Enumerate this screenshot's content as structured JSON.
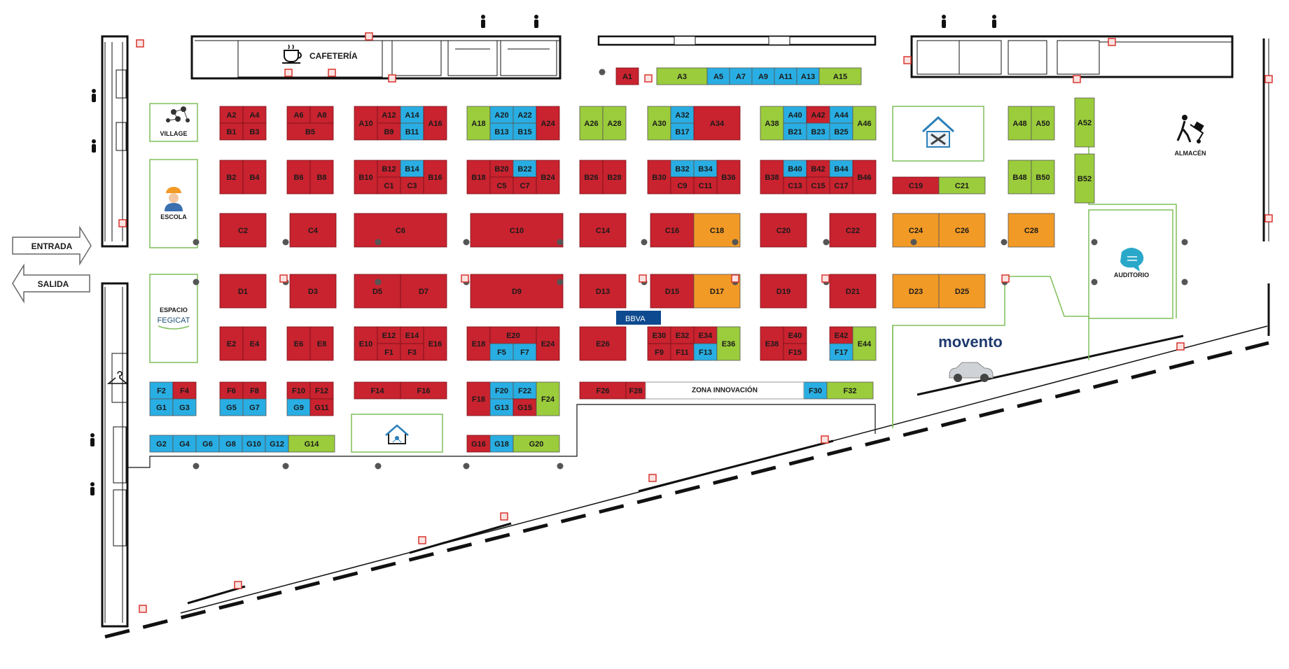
{
  "colors": {
    "red": "#c8232f",
    "blue": "#29aee3",
    "green": "#9bcc3c",
    "orange": "#f29a26",
    "bbva": "#0d4a8f",
    "exit_marker": "#d9352f",
    "column": "#555555"
  },
  "legend_areas": {
    "cafeteria": "CAFETERÍA",
    "village": "VILLAGE",
    "escola": "ESCOLA",
    "espacio": "ESPACIO",
    "fegicat": "FEGICAT",
    "almacen": "ALMACÉN",
    "auditorio": "AUDITORIO",
    "zona_innovacion": "ZONA INNOVACIÓN",
    "movento": "movento",
    "bbva": "BBVA"
  },
  "doors": {
    "entrada": "ENTRADA",
    "salida": "SALIDA"
  },
  "icons": [
    "coffee-cup-icon",
    "people-network-icon",
    "worker-icon",
    "chat-bubble-icon",
    "hand-truck-icon",
    "house-tools-icon",
    "smart-home-icon",
    "car-icon",
    "person-icon",
    "hanger-icon",
    "fire-extinguisher-icon",
    "arrow-right-icon",
    "arrow-left-icon"
  ],
  "booths": [
    {
      "id": "A1",
      "c": "red"
    },
    {
      "id": "A3",
      "c": "green"
    },
    {
      "id": "A5",
      "c": "blue"
    },
    {
      "id": "A7",
      "c": "blue"
    },
    {
      "id": "A9",
      "c": "blue"
    },
    {
      "id": "A11",
      "c": "blue"
    },
    {
      "id": "A13",
      "c": "blue"
    },
    {
      "id": "A15",
      "c": "green"
    },
    {
      "id": "A2",
      "c": "red"
    },
    {
      "id": "A4",
      "c": "red"
    },
    {
      "id": "B1",
      "c": "red"
    },
    {
      "id": "B3",
      "c": "red"
    },
    {
      "id": "A6",
      "c": "red"
    },
    {
      "id": "A8",
      "c": "red"
    },
    {
      "id": "B5",
      "c": "red"
    },
    {
      "id": "A10",
      "c": "red"
    },
    {
      "id": "A12",
      "c": "red"
    },
    {
      "id": "A14",
      "c": "blue"
    },
    {
      "id": "B9",
      "c": "red"
    },
    {
      "id": "B11",
      "c": "blue"
    },
    {
      "id": "A16",
      "c": "red"
    },
    {
      "id": "A18",
      "c": "green"
    },
    {
      "id": "A20",
      "c": "blue"
    },
    {
      "id": "A22",
      "c": "blue"
    },
    {
      "id": "B13",
      "c": "blue"
    },
    {
      "id": "B15",
      "c": "blue"
    },
    {
      "id": "A24",
      "c": "red"
    },
    {
      "id": "A26",
      "c": "green"
    },
    {
      "id": "A28",
      "c": "green"
    },
    {
      "id": "A30",
      "c": "green"
    },
    {
      "id": "A32",
      "c": "blue"
    },
    {
      "id": "B17",
      "c": "blue"
    },
    {
      "id": "A34",
      "c": "red"
    },
    {
      "id": "A38",
      "c": "green"
    },
    {
      "id": "A40",
      "c": "blue"
    },
    {
      "id": "A42",
      "c": "red"
    },
    {
      "id": "A44",
      "c": "blue"
    },
    {
      "id": "B21",
      "c": "blue"
    },
    {
      "id": "B23",
      "c": "blue"
    },
    {
      "id": "B25",
      "c": "blue"
    },
    {
      "id": "A46",
      "c": "green"
    },
    {
      "id": "A48",
      "c": "green"
    },
    {
      "id": "A50",
      "c": "green"
    },
    {
      "id": "A52",
      "c": "green"
    },
    {
      "id": "B2",
      "c": "red"
    },
    {
      "id": "B4",
      "c": "red"
    },
    {
      "id": "B6",
      "c": "red"
    },
    {
      "id": "B8",
      "c": "red"
    },
    {
      "id": "B10",
      "c": "red"
    },
    {
      "id": "B12",
      "c": "red"
    },
    {
      "id": "B14",
      "c": "blue"
    },
    {
      "id": "C1",
      "c": "red"
    },
    {
      "id": "C3",
      "c": "red"
    },
    {
      "id": "B16",
      "c": "red"
    },
    {
      "id": "B18",
      "c": "red"
    },
    {
      "id": "B20",
      "c": "red"
    },
    {
      "id": "B22",
      "c": "blue"
    },
    {
      "id": "C5",
      "c": "red"
    },
    {
      "id": "C7",
      "c": "red"
    },
    {
      "id": "B24",
      "c": "red"
    },
    {
      "id": "B26",
      "c": "red"
    },
    {
      "id": "B28",
      "c": "red"
    },
    {
      "id": "B30",
      "c": "red"
    },
    {
      "id": "B32",
      "c": "blue"
    },
    {
      "id": "B34",
      "c": "blue"
    },
    {
      "id": "C9",
      "c": "red"
    },
    {
      "id": "C11",
      "c": "red"
    },
    {
      "id": "B36",
      "c": "red"
    },
    {
      "id": "B38",
      "c": "red"
    },
    {
      "id": "B40",
      "c": "blue"
    },
    {
      "id": "B42",
      "c": "red"
    },
    {
      "id": "B44",
      "c": "blue"
    },
    {
      "id": "C13",
      "c": "red"
    },
    {
      "id": "C15",
      "c": "red"
    },
    {
      "id": "C17",
      "c": "red"
    },
    {
      "id": "B46",
      "c": "red"
    },
    {
      "id": "C19",
      "c": "red"
    },
    {
      "id": "C21",
      "c": "green"
    },
    {
      "id": "B48",
      "c": "green"
    },
    {
      "id": "B50",
      "c": "green"
    },
    {
      "id": "B52",
      "c": "green"
    },
    {
      "id": "C2",
      "c": "red"
    },
    {
      "id": "C4",
      "c": "red"
    },
    {
      "id": "C6",
      "c": "red"
    },
    {
      "id": "C10",
      "c": "red"
    },
    {
      "id": "C14",
      "c": "red"
    },
    {
      "id": "C16",
      "c": "red"
    },
    {
      "id": "C18",
      "c": "orange"
    },
    {
      "id": "C20",
      "c": "red"
    },
    {
      "id": "C22",
      "c": "red"
    },
    {
      "id": "C24",
      "c": "orange"
    },
    {
      "id": "C26",
      "c": "orange"
    },
    {
      "id": "C28",
      "c": "orange"
    },
    {
      "id": "D1",
      "c": "red"
    },
    {
      "id": "D3",
      "c": "red"
    },
    {
      "id": "D5",
      "c": "red"
    },
    {
      "id": "D7",
      "c": "red"
    },
    {
      "id": "D9",
      "c": "red"
    },
    {
      "id": "D13",
      "c": "red"
    },
    {
      "id": "D15",
      "c": "red"
    },
    {
      "id": "D17",
      "c": "orange"
    },
    {
      "id": "D19",
      "c": "red"
    },
    {
      "id": "D21",
      "c": "red"
    },
    {
      "id": "D23",
      "c": "orange"
    },
    {
      "id": "D25",
      "c": "orange"
    },
    {
      "id": "E2",
      "c": "red"
    },
    {
      "id": "E4",
      "c": "red"
    },
    {
      "id": "E6",
      "c": "red"
    },
    {
      "id": "E8",
      "c": "red"
    },
    {
      "id": "E10",
      "c": "red"
    },
    {
      "id": "E12",
      "c": "red"
    },
    {
      "id": "E14",
      "c": "red"
    },
    {
      "id": "F1",
      "c": "red"
    },
    {
      "id": "F3",
      "c": "red"
    },
    {
      "id": "E16",
      "c": "red"
    },
    {
      "id": "E18",
      "c": "red"
    },
    {
      "id": "E20",
      "c": "red"
    },
    {
      "id": "F5",
      "c": "blue"
    },
    {
      "id": "F7",
      "c": "blue"
    },
    {
      "id": "E24",
      "c": "red"
    },
    {
      "id": "E26",
      "c": "red"
    },
    {
      "id": "E30",
      "c": "red"
    },
    {
      "id": "E32",
      "c": "red"
    },
    {
      "id": "E34",
      "c": "red"
    },
    {
      "id": "F9",
      "c": "red"
    },
    {
      "id": "F11",
      "c": "red"
    },
    {
      "id": "F13",
      "c": "blue"
    },
    {
      "id": "E36",
      "c": "green"
    },
    {
      "id": "E38",
      "c": "red"
    },
    {
      "id": "E40",
      "c": "red"
    },
    {
      "id": "F15",
      "c": "red"
    },
    {
      "id": "E42",
      "c": "red"
    },
    {
      "id": "F17",
      "c": "blue"
    },
    {
      "id": "E44",
      "c": "green"
    },
    {
      "id": "F2",
      "c": "blue"
    },
    {
      "id": "F4",
      "c": "red"
    },
    {
      "id": "G1",
      "c": "blue"
    },
    {
      "id": "G3",
      "c": "blue"
    },
    {
      "id": "F6",
      "c": "red"
    },
    {
      "id": "F8",
      "c": "red"
    },
    {
      "id": "G5",
      "c": "blue"
    },
    {
      "id": "G7",
      "c": "blue"
    },
    {
      "id": "F10",
      "c": "red"
    },
    {
      "id": "F12",
      "c": "red"
    },
    {
      "id": "G9",
      "c": "blue"
    },
    {
      "id": "G11",
      "c": "red"
    },
    {
      "id": "F14",
      "c": "red"
    },
    {
      "id": "F16",
      "c": "red"
    },
    {
      "id": "F18",
      "c": "red"
    },
    {
      "id": "F20",
      "c": "blue"
    },
    {
      "id": "F22",
      "c": "blue"
    },
    {
      "id": "G13",
      "c": "blue"
    },
    {
      "id": "G15",
      "c": "red"
    },
    {
      "id": "F24",
      "c": "green"
    },
    {
      "id": "F26",
      "c": "red"
    },
    {
      "id": "F28",
      "c": "red"
    },
    {
      "id": "F30",
      "c": "blue"
    },
    {
      "id": "F32",
      "c": "green"
    },
    {
      "id": "G2",
      "c": "blue"
    },
    {
      "id": "G4",
      "c": "blue"
    },
    {
      "id": "G6",
      "c": "blue"
    },
    {
      "id": "G8",
      "c": "blue"
    },
    {
      "id": "G10",
      "c": "blue"
    },
    {
      "id": "G12",
      "c": "blue"
    },
    {
      "id": "G14",
      "c": "green"
    },
    {
      "id": "G16",
      "c": "red"
    },
    {
      "id": "G18",
      "c": "blue"
    },
    {
      "id": "G20",
      "c": "green"
    }
  ]
}
